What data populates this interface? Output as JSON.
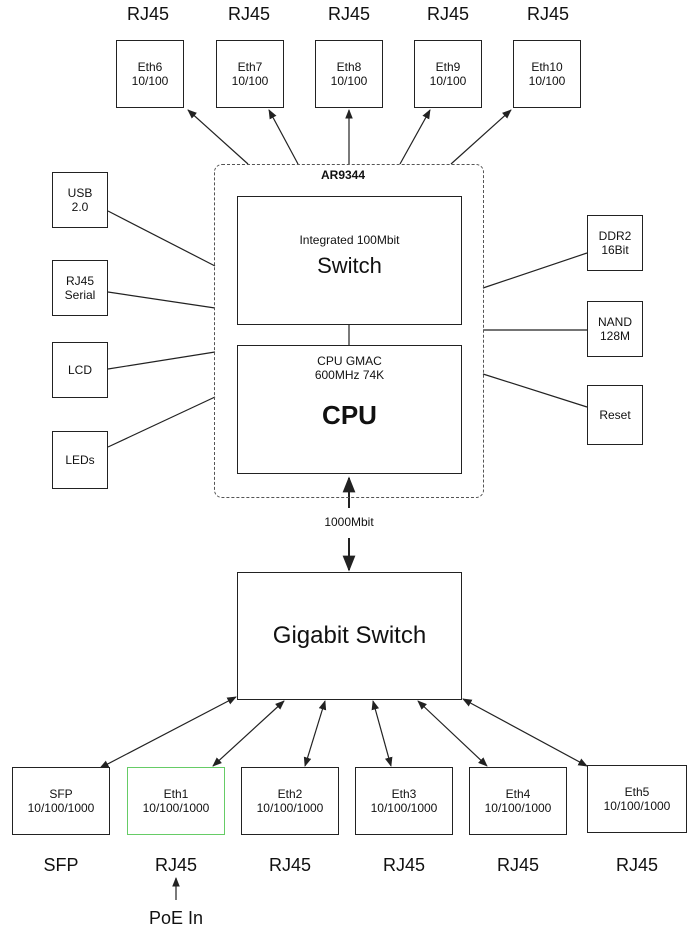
{
  "top_ports": [
    {
      "connector": "RJ45",
      "name": "Eth6",
      "speed": "10/100"
    },
    {
      "connector": "RJ45",
      "name": "Eth7",
      "speed": "10/100"
    },
    {
      "connector": "RJ45",
      "name": "Eth8",
      "speed": "10/100"
    },
    {
      "connector": "RJ45",
      "name": "Eth9",
      "speed": "10/100"
    },
    {
      "connector": "RJ45",
      "name": "Eth10",
      "speed": "10/100"
    }
  ],
  "chip": {
    "name": "AR9344",
    "switch_caption": "Integrated 100Mbit",
    "switch_title": "Switch",
    "cpu_line1": "CPU GMAC",
    "cpu_line2": "600MHz 74K",
    "cpu_title": "CPU"
  },
  "left_peripherals": [
    {
      "line1": "USB",
      "line2": "2.0"
    },
    {
      "line1": "RJ45",
      "line2": "Serial"
    },
    {
      "line1": "LCD",
      "line2": ""
    },
    {
      "line1": "LEDs",
      "line2": ""
    }
  ],
  "right_peripherals": [
    {
      "line1": "DDR2",
      "line2": "16Bit"
    },
    {
      "line1": "NAND",
      "line2": "128M"
    },
    {
      "line1": "Reset",
      "line2": ""
    }
  ],
  "uplink_label": "1000Mbit",
  "gigabit_switch": "Gigabit Switch",
  "bottom_ports": [
    {
      "name": "SFP",
      "speed": "10/100/1000",
      "connector": "SFP"
    },
    {
      "name": "Eth1",
      "speed": "10/100/1000",
      "connector": "RJ45"
    },
    {
      "name": "Eth2",
      "speed": "10/100/1000",
      "connector": "RJ45"
    },
    {
      "name": "Eth3",
      "speed": "10/100/1000",
      "connector": "RJ45"
    },
    {
      "name": "Eth4",
      "speed": "10/100/1000",
      "connector": "RJ45"
    },
    {
      "name": "Eth5",
      "speed": "10/100/1000",
      "connector": "RJ45"
    }
  ],
  "poe_label": "PoE In",
  "colors": {
    "line": "#222222",
    "highlight_border": "#66cc66",
    "chip_border": "#555555"
  }
}
